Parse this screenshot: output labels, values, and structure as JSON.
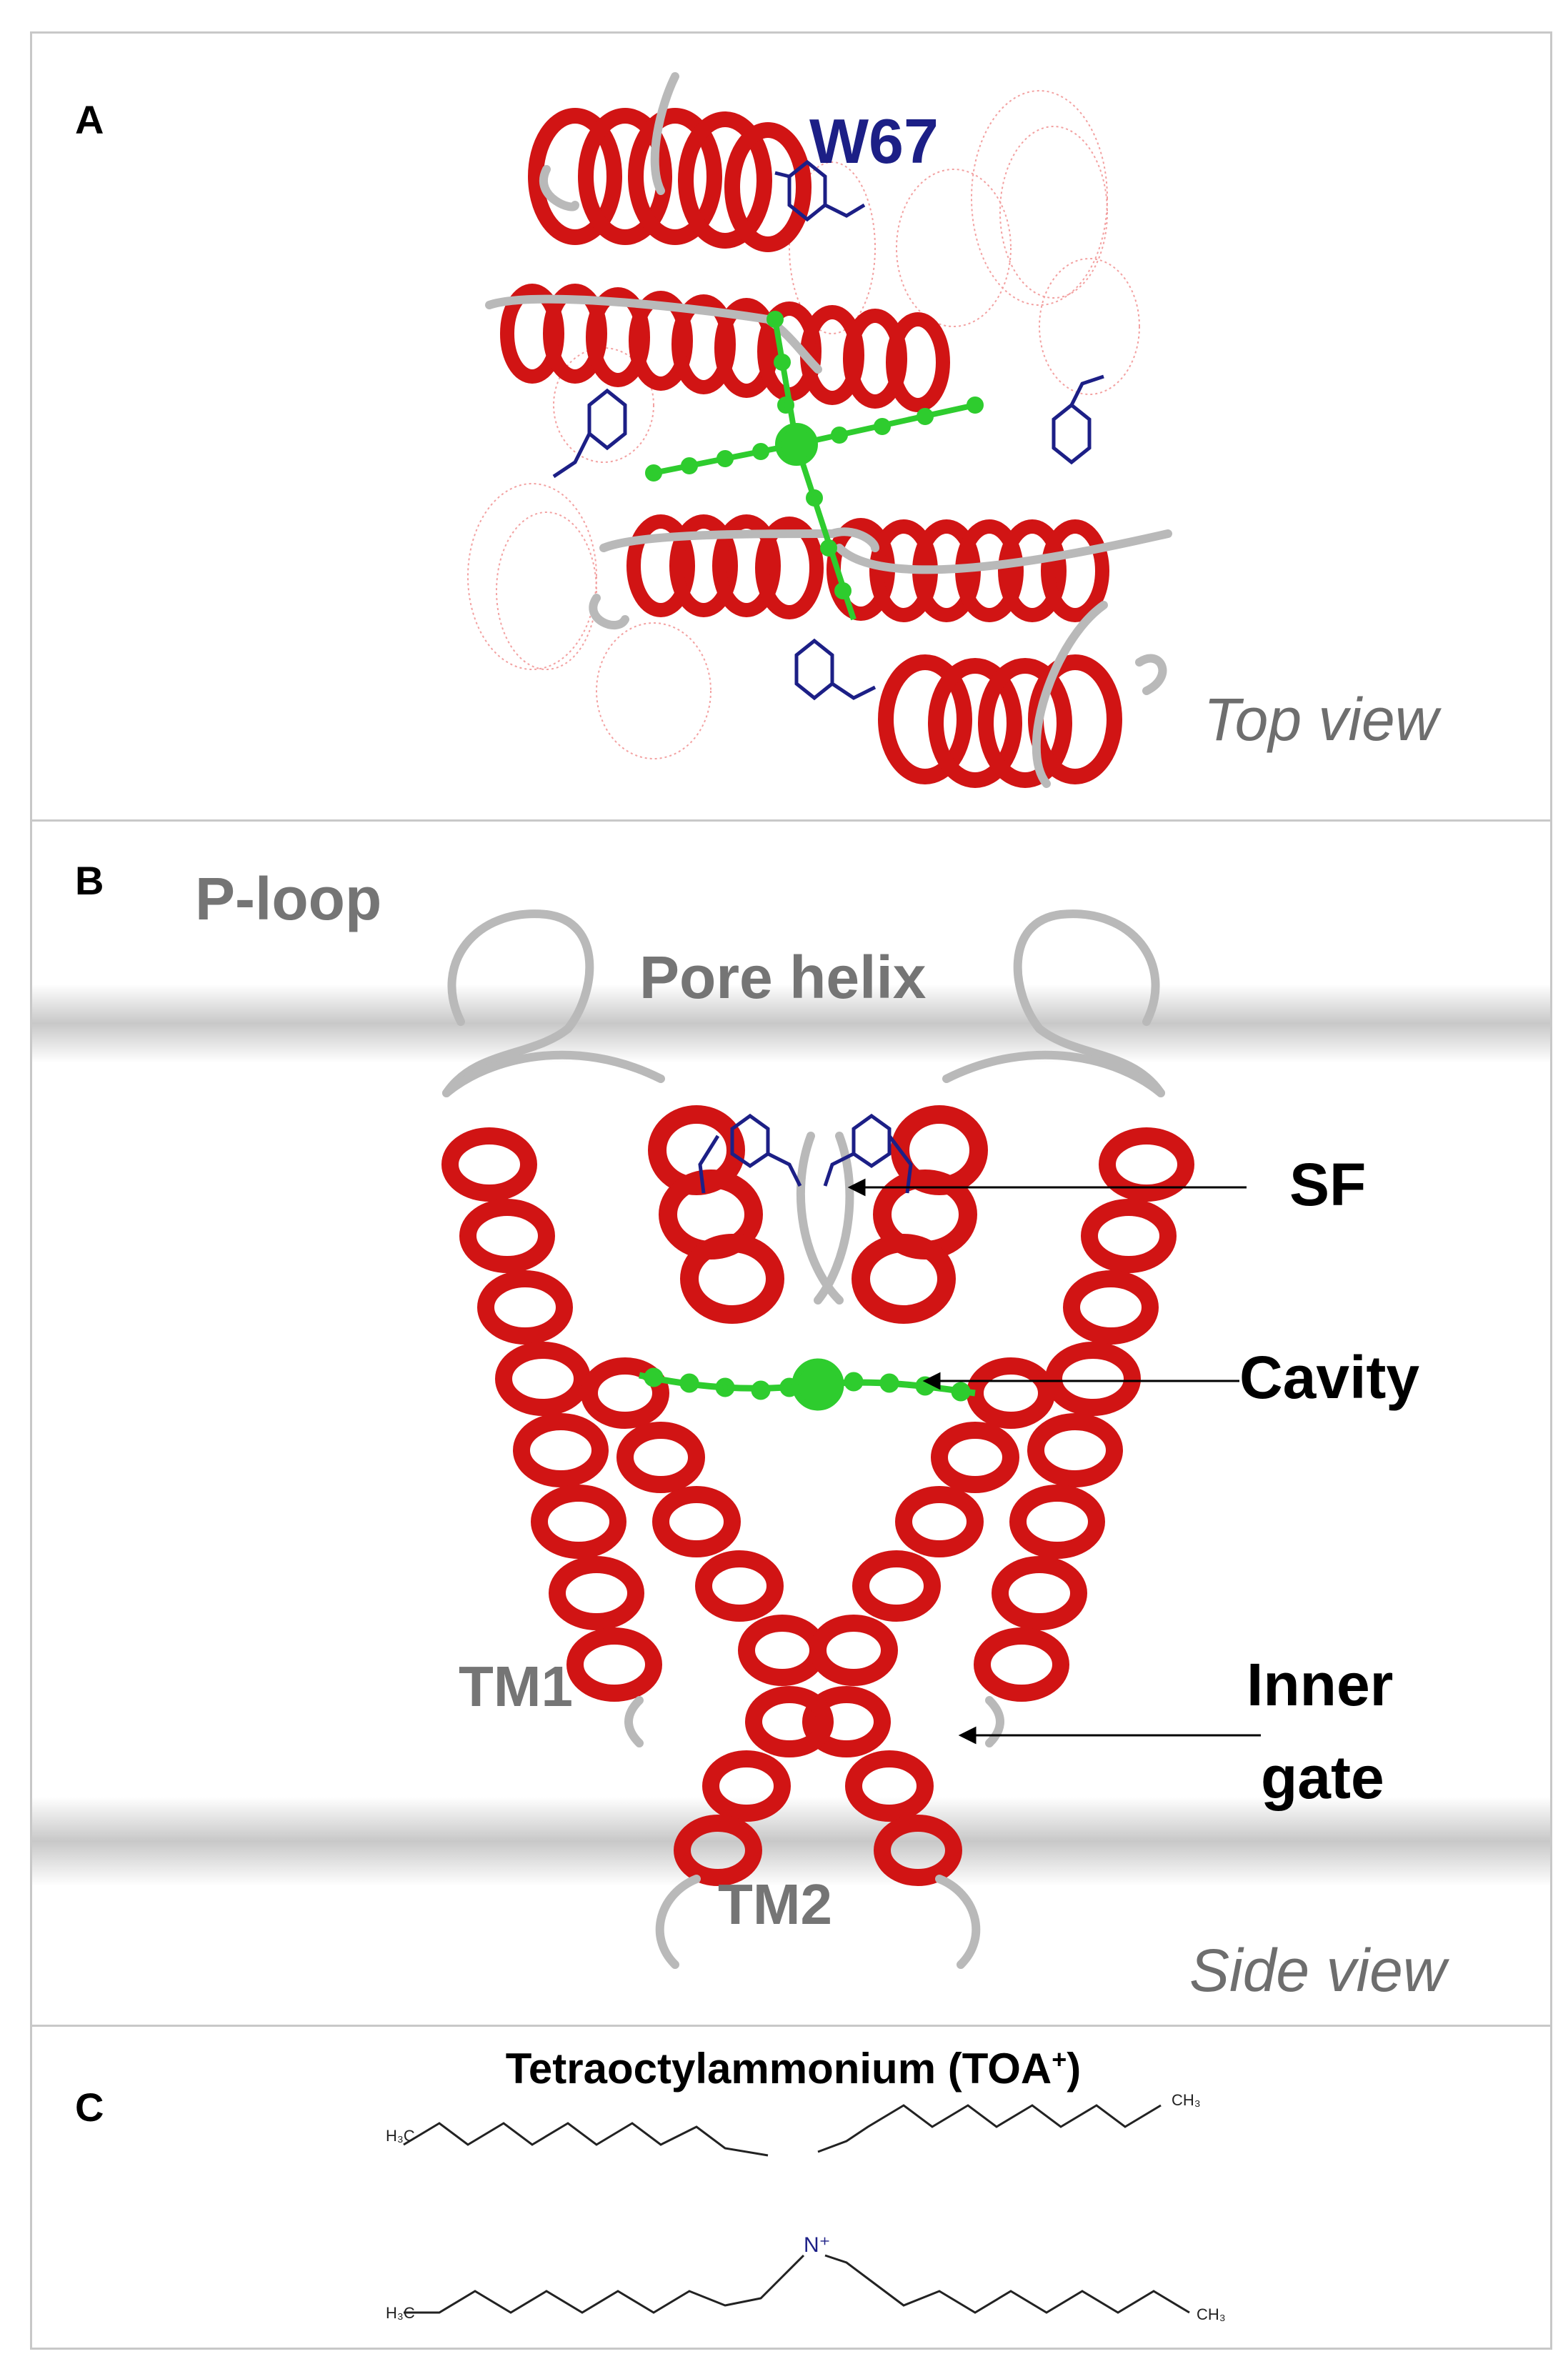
{
  "panel_a": {
    "letter": "A",
    "residue_label": "W67",
    "view_label": "Top view"
  },
  "panel_b": {
    "letter": "B",
    "ploop_label": "P-loop",
    "pore_helix_label": "Pore helix",
    "sf_label": "SF",
    "cavity_label": "Cavity",
    "inner_label": "Inner",
    "gate_label": "gate",
    "tm1_label": "TM1",
    "tm2_label": "TM2",
    "view_label": "Side view"
  },
  "panel_c": {
    "letter": "C",
    "title_main": "Tetraoctylammonium (TOA",
    "title_sup": "+",
    "title_end": ")",
    "h3c_left_top": "H₃C",
    "ch3_right_top": "CH₃",
    "h3c_left_bottom": "H₃C",
    "ch3_right_bottom": "CH₃",
    "nitrogen": "N⁺"
  },
  "colors": {
    "helix_red": "#d11414",
    "helix_dark": "#8e0000",
    "loop_gray": "#b9b9b9",
    "ligand_green": "#2ecc2e",
    "residue_navy": "#1c1f86",
    "membrane_gray": "#cfcfcf"
  }
}
